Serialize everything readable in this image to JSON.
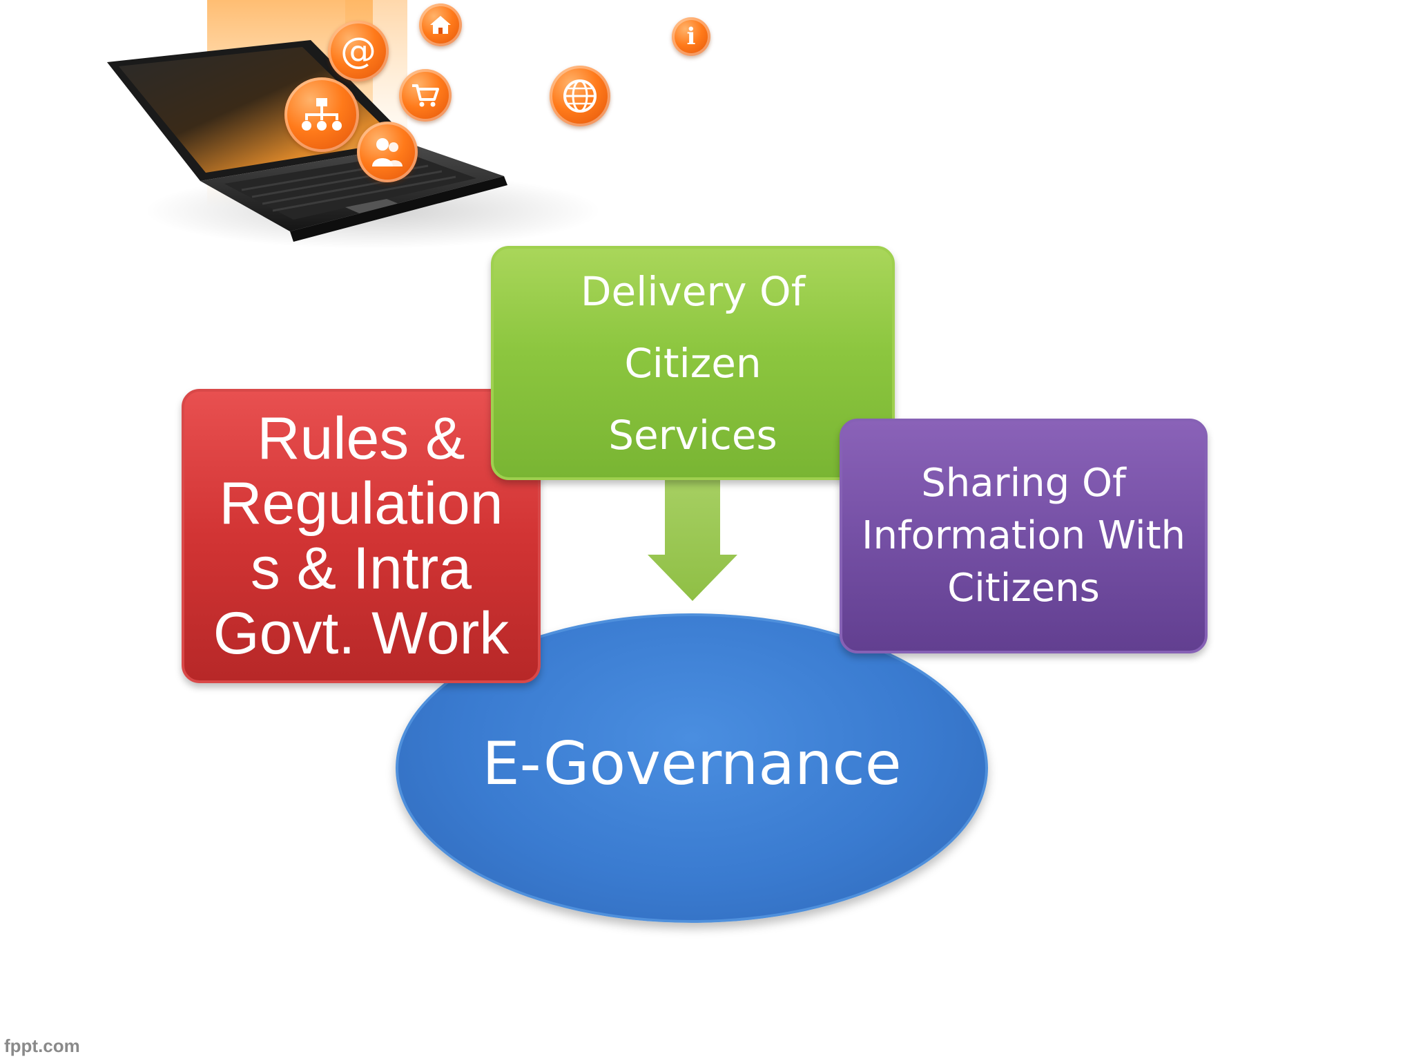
{
  "diagram": {
    "top_box": {
      "lines": [
        "Delivery Of Citizen",
        "Services"
      ],
      "color": "#8cc63f"
    },
    "left_box": {
      "lines": [
        "Rules &",
        "Regulation",
        "s & Intra",
        "Govt. Work"
      ],
      "color": "#d23434"
    },
    "right_box": {
      "lines": [
        "Sharing Of",
        "Information With",
        "Citizens"
      ],
      "color": "#7550a5"
    },
    "center_ellipse": {
      "label": "E-Governance",
      "color": "#3a7bd0"
    },
    "arrow": {
      "direction": "down",
      "from": "top_box",
      "to": "center_ellipse",
      "color": "#9bc553"
    }
  },
  "illustration": {
    "subject": "laptop-with-orange-internet-icons",
    "icons": [
      "at-sign-icon",
      "home-icon",
      "info-icon",
      "sitemap-icon",
      "shopping-cart-icon",
      "users-icon",
      "globe-icon"
    ],
    "accent_color": "#ff7a1a"
  },
  "footer": {
    "watermark": "fppt.com"
  }
}
